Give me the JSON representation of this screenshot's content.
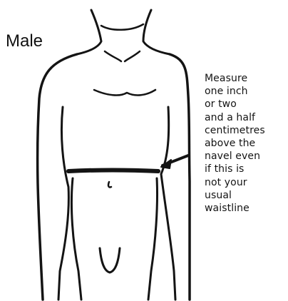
{
  "diagram": {
    "label": "Male",
    "instruction_lines": [
      "Measure",
      "one inch",
      "or two",
      "and a half",
      "centimetres",
      "above the",
      "navel even",
      "if this is",
      "not your",
      "usual",
      "waistline"
    ]
  },
  "colors": {
    "ink": "#141414",
    "background": "#ffffff"
  }
}
